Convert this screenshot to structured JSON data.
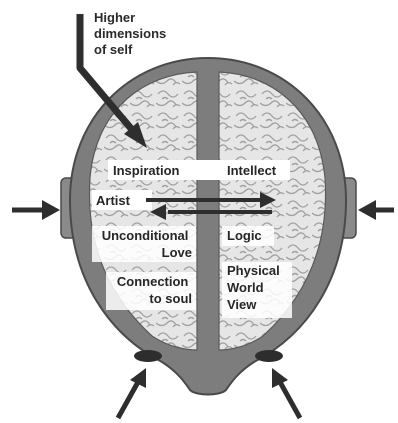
{
  "callout": {
    "lines": [
      "Higher",
      "dimensions",
      "of self"
    ]
  },
  "left_hemisphere": {
    "inspiration": "Inspiration",
    "artist": "Artist",
    "unconditional": [
      "Unconditional",
      "Love"
    ],
    "connection": [
      "Connection",
      "to soul"
    ]
  },
  "right_hemisphere": {
    "intellect": "Intellect",
    "logic": "Logic",
    "physical": [
      "Physical",
      "World",
      "View"
    ]
  },
  "colors": {
    "skull": "#7d7d7d",
    "brain": "#e4e4e4",
    "brain_pattern": "#9c9c9c",
    "arrow": "#2e2e2e",
    "text": "#262626"
  }
}
